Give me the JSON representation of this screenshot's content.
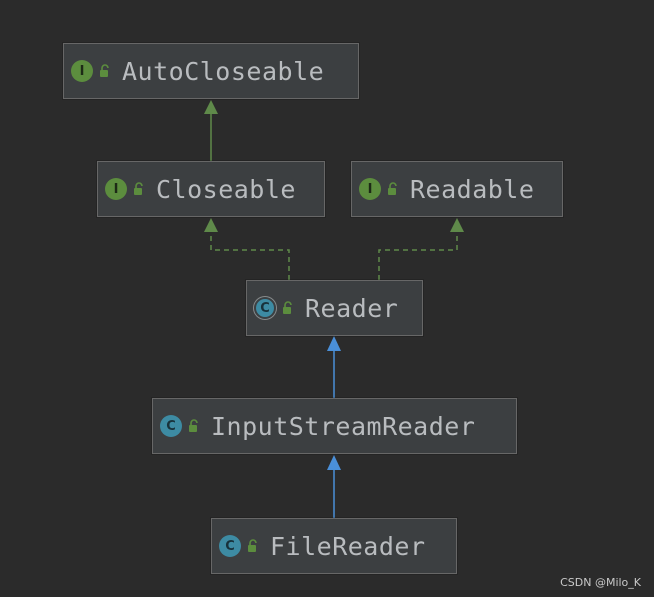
{
  "diagram": {
    "nodes": {
      "autocloseable": {
        "label": "AutoCloseable",
        "kind": "interface",
        "kind_letter": "I"
      },
      "closeable": {
        "label": "Closeable",
        "kind": "interface",
        "kind_letter": "I"
      },
      "readable": {
        "label": "Readable",
        "kind": "interface",
        "kind_letter": "I"
      },
      "reader": {
        "label": "Reader",
        "kind": "abstract-class",
        "kind_letter": "C"
      },
      "inputstreamreader": {
        "label": "InputStreamReader",
        "kind": "class",
        "kind_letter": "C"
      },
      "filereader": {
        "label": "FileReader",
        "kind": "class",
        "kind_letter": "C"
      }
    },
    "edges": [
      {
        "from": "Closeable",
        "to": "AutoCloseable",
        "type": "extends-interface"
      },
      {
        "from": "Reader",
        "to": "Closeable",
        "type": "implements"
      },
      {
        "from": "Reader",
        "to": "Readable",
        "type": "implements"
      },
      {
        "from": "InputStreamReader",
        "to": "Reader",
        "type": "extends-class"
      },
      {
        "from": "FileReader",
        "to": "InputStreamReader",
        "type": "extends-class"
      }
    ],
    "colors": {
      "background": "#2b2b2b",
      "node_fill": "#3c3f41",
      "interface_edge": "#5f8a4a",
      "class_edge": "#4a8fd8",
      "interface_icon": "#5c8d3e",
      "class_icon": "#3d8ba3"
    },
    "icons": {
      "interface": "interface-icon",
      "class": "class-icon",
      "abstract": "abstract-class-icon",
      "access": "unlocked-padlock-icon"
    }
  },
  "watermark": "CSDN @Milo_K"
}
